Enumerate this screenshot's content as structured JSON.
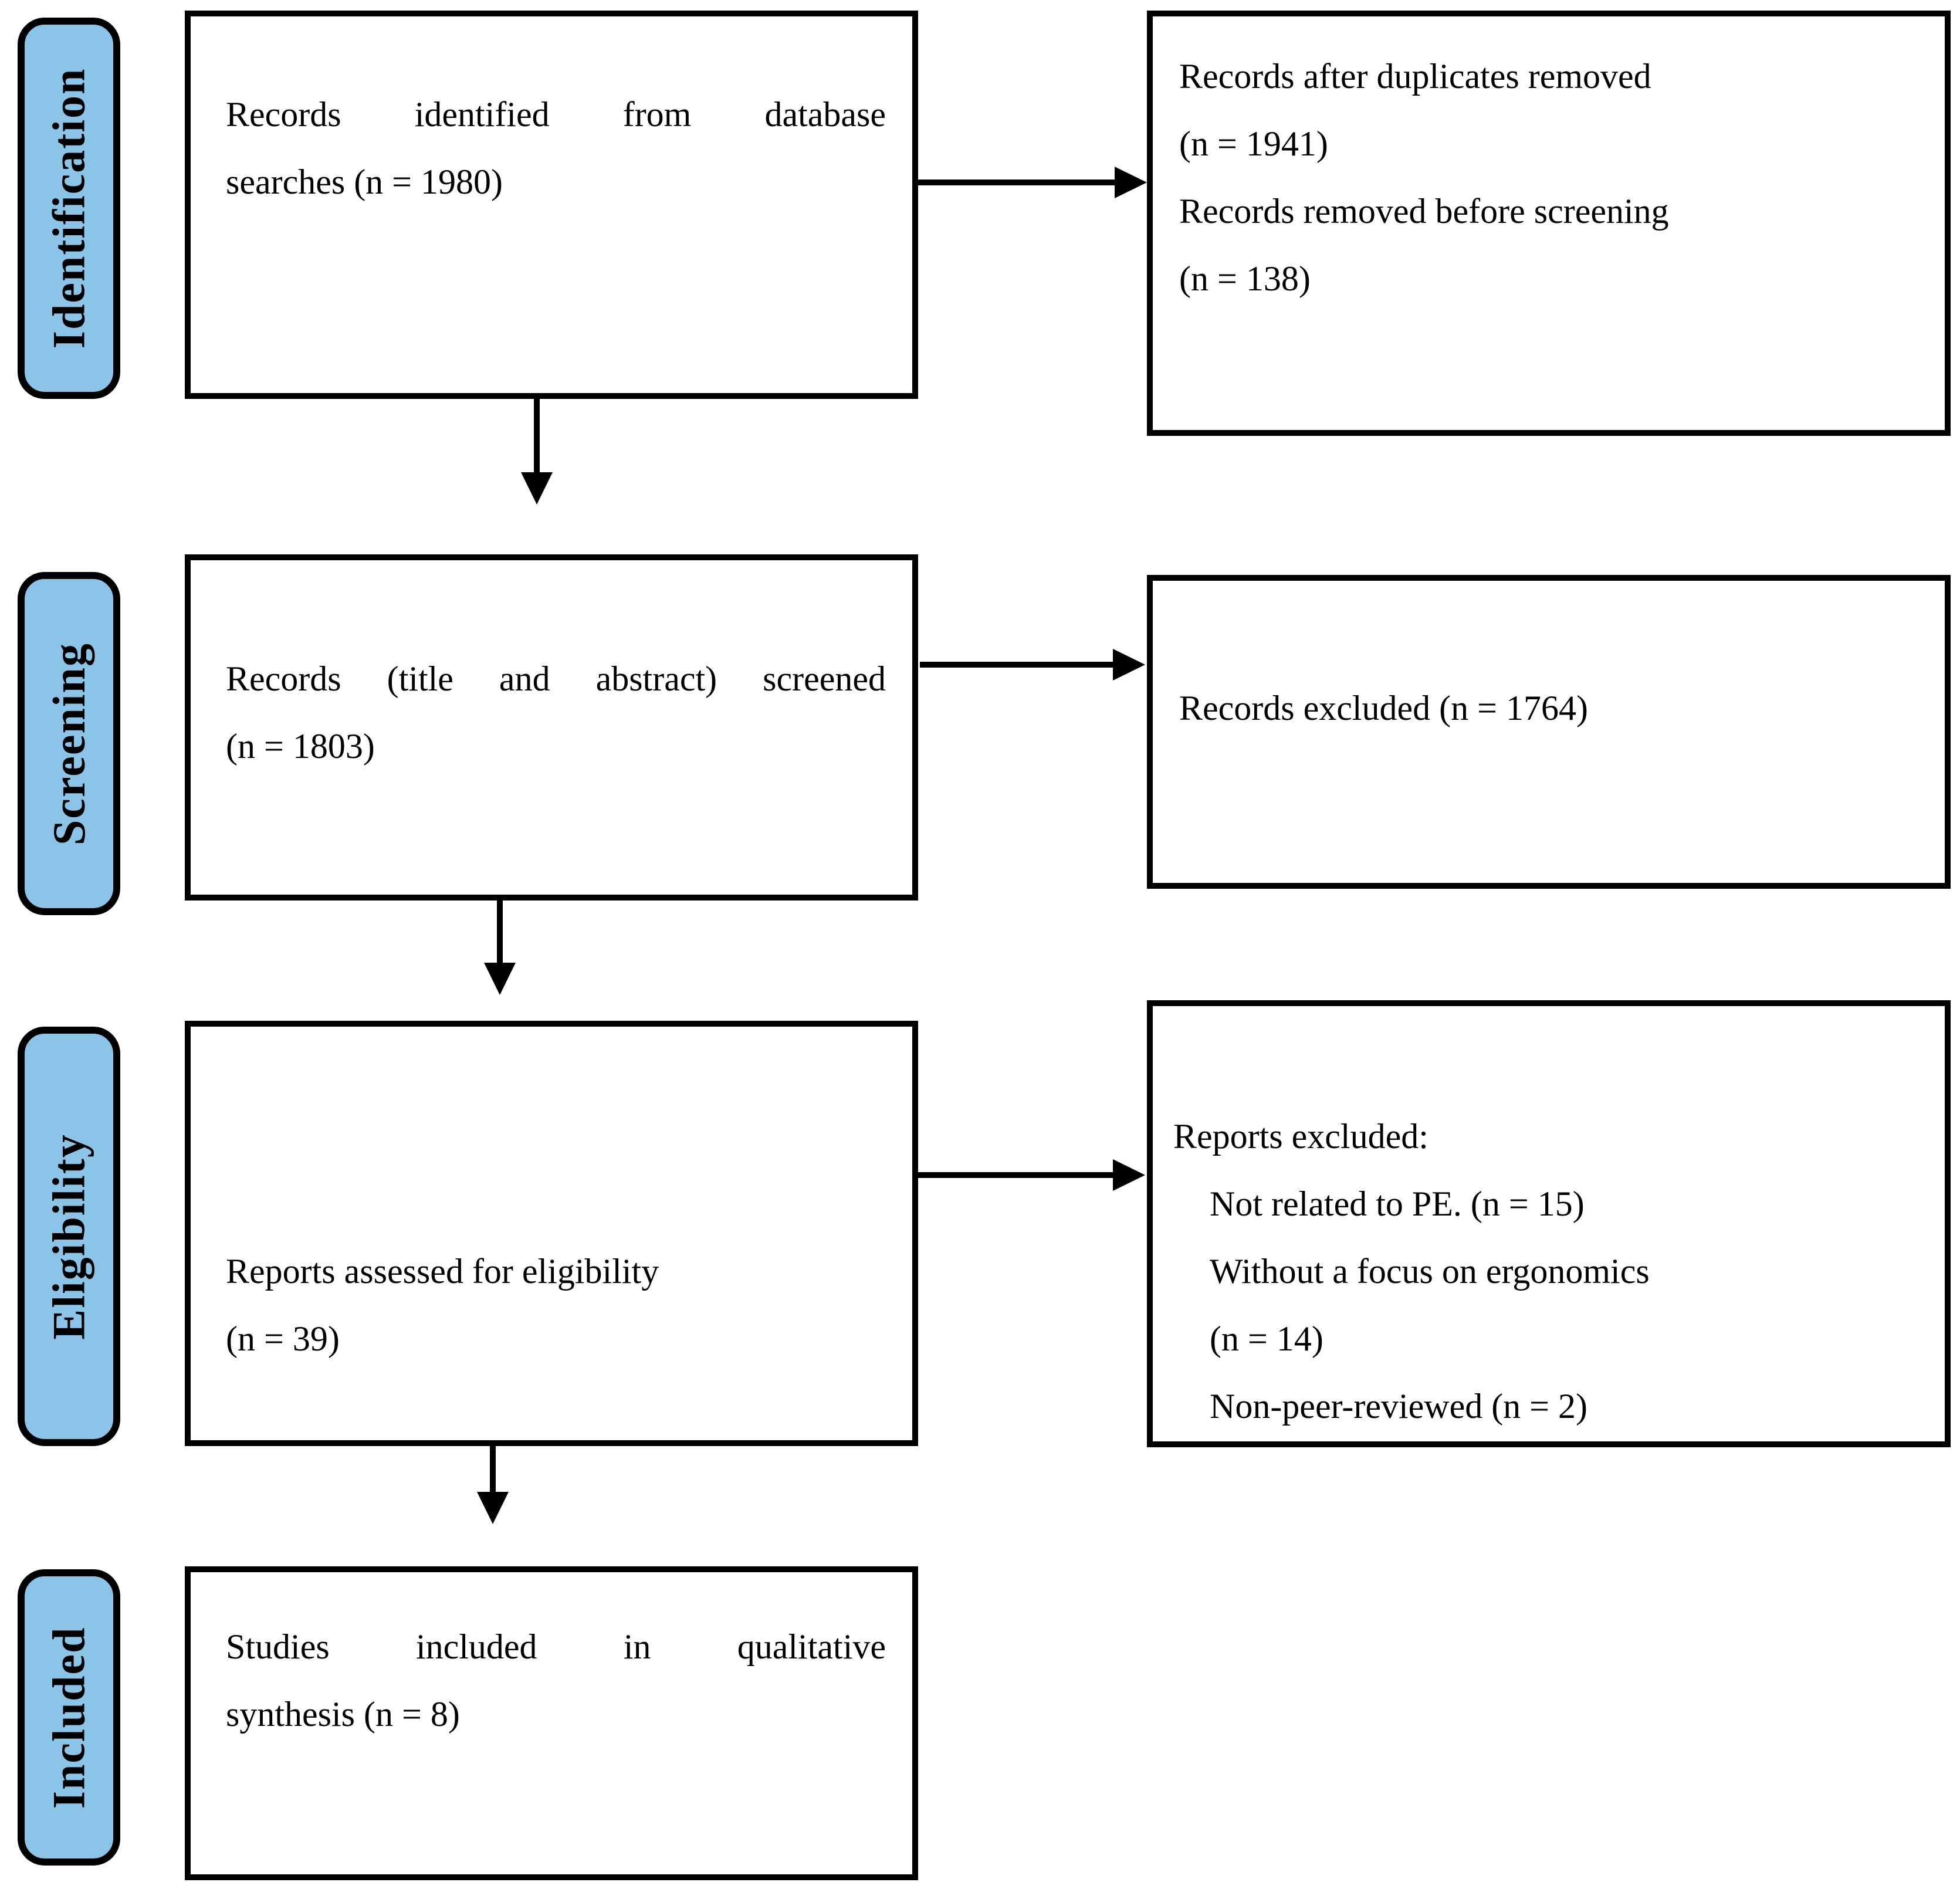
{
  "colors": {
    "stage_fill": "#8CC4E8",
    "border": "#000000",
    "box_background": "#ffffff",
    "text": "#000000"
  },
  "stages": [
    {
      "label": "Identification"
    },
    {
      "label": "Screening"
    },
    {
      "label": "Eligibility"
    },
    {
      "label": "Included"
    }
  ],
  "boxes": {
    "identified": {
      "lines": [
        "Records identified from database",
        "searches (n = 1980)"
      ]
    },
    "after_duplicates": {
      "lines": [
        "Records after duplicates removed",
        "(n = 1941)",
        "Records removed before screening",
        "(n = 138)"
      ]
    },
    "screened": {
      "lines": [
        "Records (title and abstract) screened",
        "(n = 1803)"
      ]
    },
    "records_excluded": {
      "lines": [
        "Records excluded (n = 1764)"
      ]
    },
    "assessed": {
      "lines": [
        "Reports assessed for eligibility",
        "(n = 39)"
      ]
    },
    "reports_excluded": {
      "lines": [
        "Reports excluded:",
        "Not related to PE. (n = 15)",
        "Without a focus on ergonomics",
        "(n = 14)",
        "Non-peer-reviewed (n = 2)"
      ]
    },
    "included": {
      "lines": [
        "Studies included in qualitative",
        "synthesis (n = 8)"
      ]
    }
  }
}
